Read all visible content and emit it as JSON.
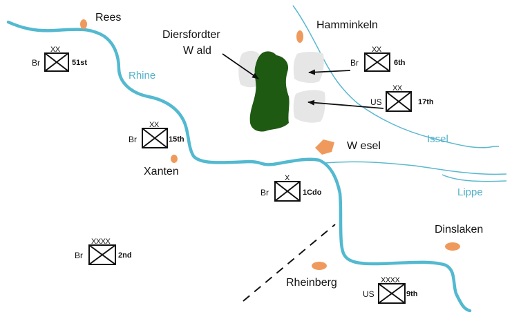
{
  "colors": {
    "major_river": "#52b9d0",
    "minor_river": "#5ab8cf",
    "river_label": "#52b0c8",
    "town": "#ef9a5c",
    "forest": "#1f5a12",
    "drop_zone": "#e6e6e6",
    "unit_symbol": "#111111"
  },
  "rivers": {
    "rhine": "Rhine",
    "issel": "Issel",
    "lippe": "Lippe"
  },
  "towns": {
    "rees": "Rees",
    "hamminkeln": "Hamminkeln",
    "xanten": "Xanten",
    "wesel": "W esel",
    "dinslaken": "Dinslaken",
    "rheinberg": "Rheinberg"
  },
  "forest": {
    "line1": "Diersfordter",
    "line2": "W ald"
  },
  "units": {
    "u51st": {
      "nation": "Br",
      "size": "XX",
      "name": "51st"
    },
    "u6th": {
      "nation": "Br",
      "size": "XX",
      "name": "6th"
    },
    "u17th": {
      "nation": "US",
      "size": "XX",
      "name": "17th"
    },
    "u15th": {
      "nation": "Br",
      "size": "XX",
      "name": "15th"
    },
    "u1cdo": {
      "nation": "Br",
      "size": "X",
      "name": "1Cdo"
    },
    "u2nd": {
      "nation": "Br",
      "size": "XXXX",
      "name": "2nd"
    },
    "u9th": {
      "nation": "US",
      "size": "XXXX",
      "name": "9th"
    }
  }
}
